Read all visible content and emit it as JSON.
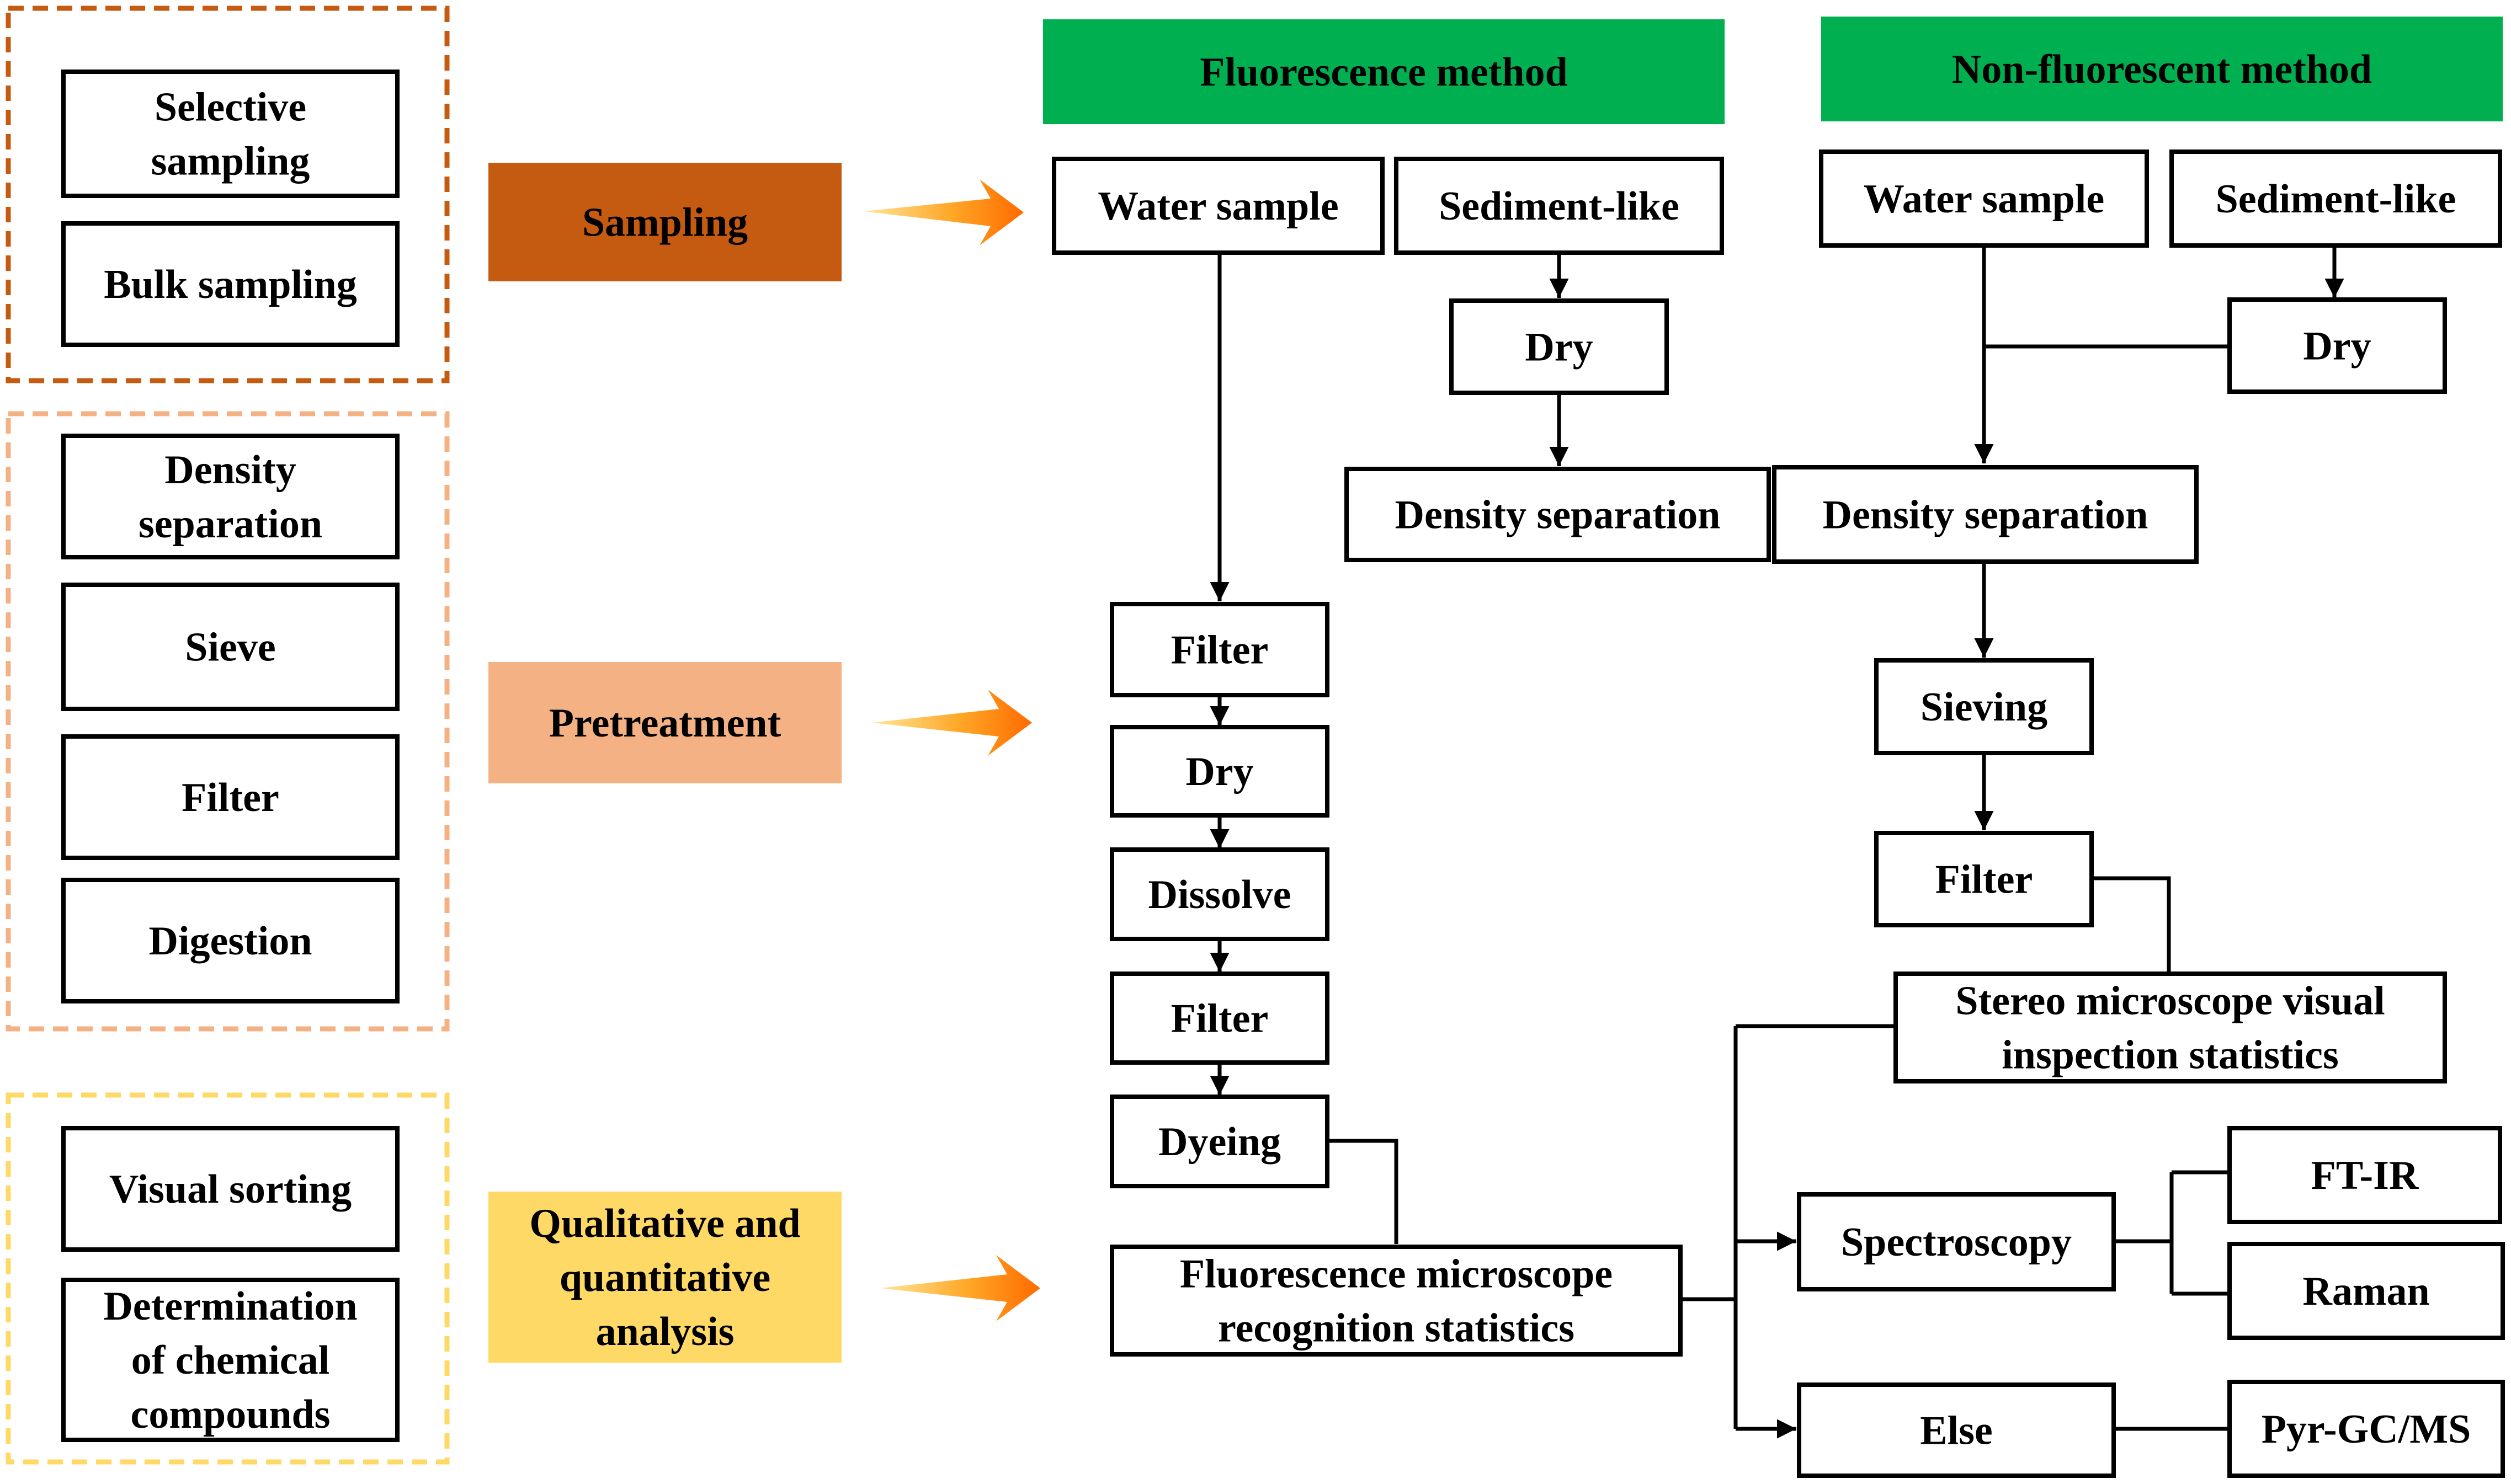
{
  "colors": {
    "sampling": "#C55A11",
    "pretreatment": "#F4B183",
    "analysis": "#FFD966",
    "method_header": "#00B050",
    "arrow_light": "#FFD966",
    "arrow_dark": "#FF6A00"
  },
  "left_panel": {
    "sampling_group": [
      "Selective sampling",
      "Bulk sampling"
    ],
    "pretreatment_group": [
      "Density separation",
      "Sieve",
      "Filter",
      "Digestion"
    ],
    "analysis_group": [
      "Visual sorting",
      "Determination of chemical compounds"
    ]
  },
  "stages": {
    "sampling": "Sampling",
    "pretreatment": "Pretreatment",
    "analysis": "Qualitative and quantitative analysis"
  },
  "fluorescence": {
    "header": "Fluorescence method",
    "water_sample": "Water sample",
    "sediment_like": "Sediment-like",
    "dry": "Dry",
    "density_separation": "Density separation",
    "filter_1": "Filter",
    "dry_2": "Dry",
    "dissolve": "Dissolve",
    "filter_2": "Filter",
    "dyeing": "Dyeing",
    "microscope": "Fluorescence microscope recognition statistics"
  },
  "non_fluorescent": {
    "header": "Non-fluorescent method",
    "water_sample": "Water sample",
    "sediment_like": "Sediment-like",
    "dry": "Dry",
    "density_separation": "Density separation",
    "sieving": "Sieving",
    "filter": "Filter",
    "stereo": "Stereo microscope visual inspection statistics"
  },
  "analysis_methods": {
    "spectroscopy": "Spectroscopy",
    "ftir": "FT-IR",
    "raman": "Raman",
    "else": "Else",
    "pyr_gcms": "Pyr-GC/MS"
  }
}
